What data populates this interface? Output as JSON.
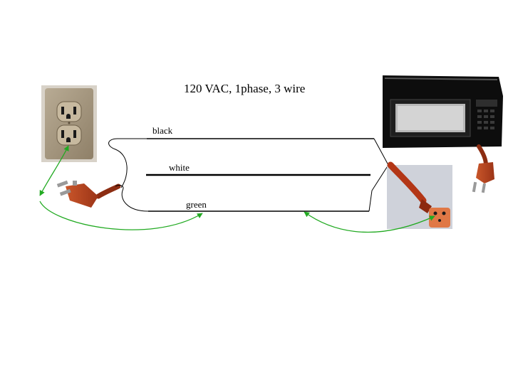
{
  "diagram": {
    "title": "120 VAC, 1phase, 3 wire",
    "wires": [
      {
        "label": "black",
        "color": "#000000"
      },
      {
        "label": "white",
        "color": "#000000"
      },
      {
        "label": "green",
        "color": "#000000"
      }
    ],
    "ground_link_color": "#22aa22",
    "components": [
      {
        "name": "wall-outlet-icon"
      },
      {
        "name": "male-plug-icon"
      },
      {
        "name": "female-connector-icon"
      },
      {
        "name": "microwave-oven-icon"
      }
    ]
  }
}
